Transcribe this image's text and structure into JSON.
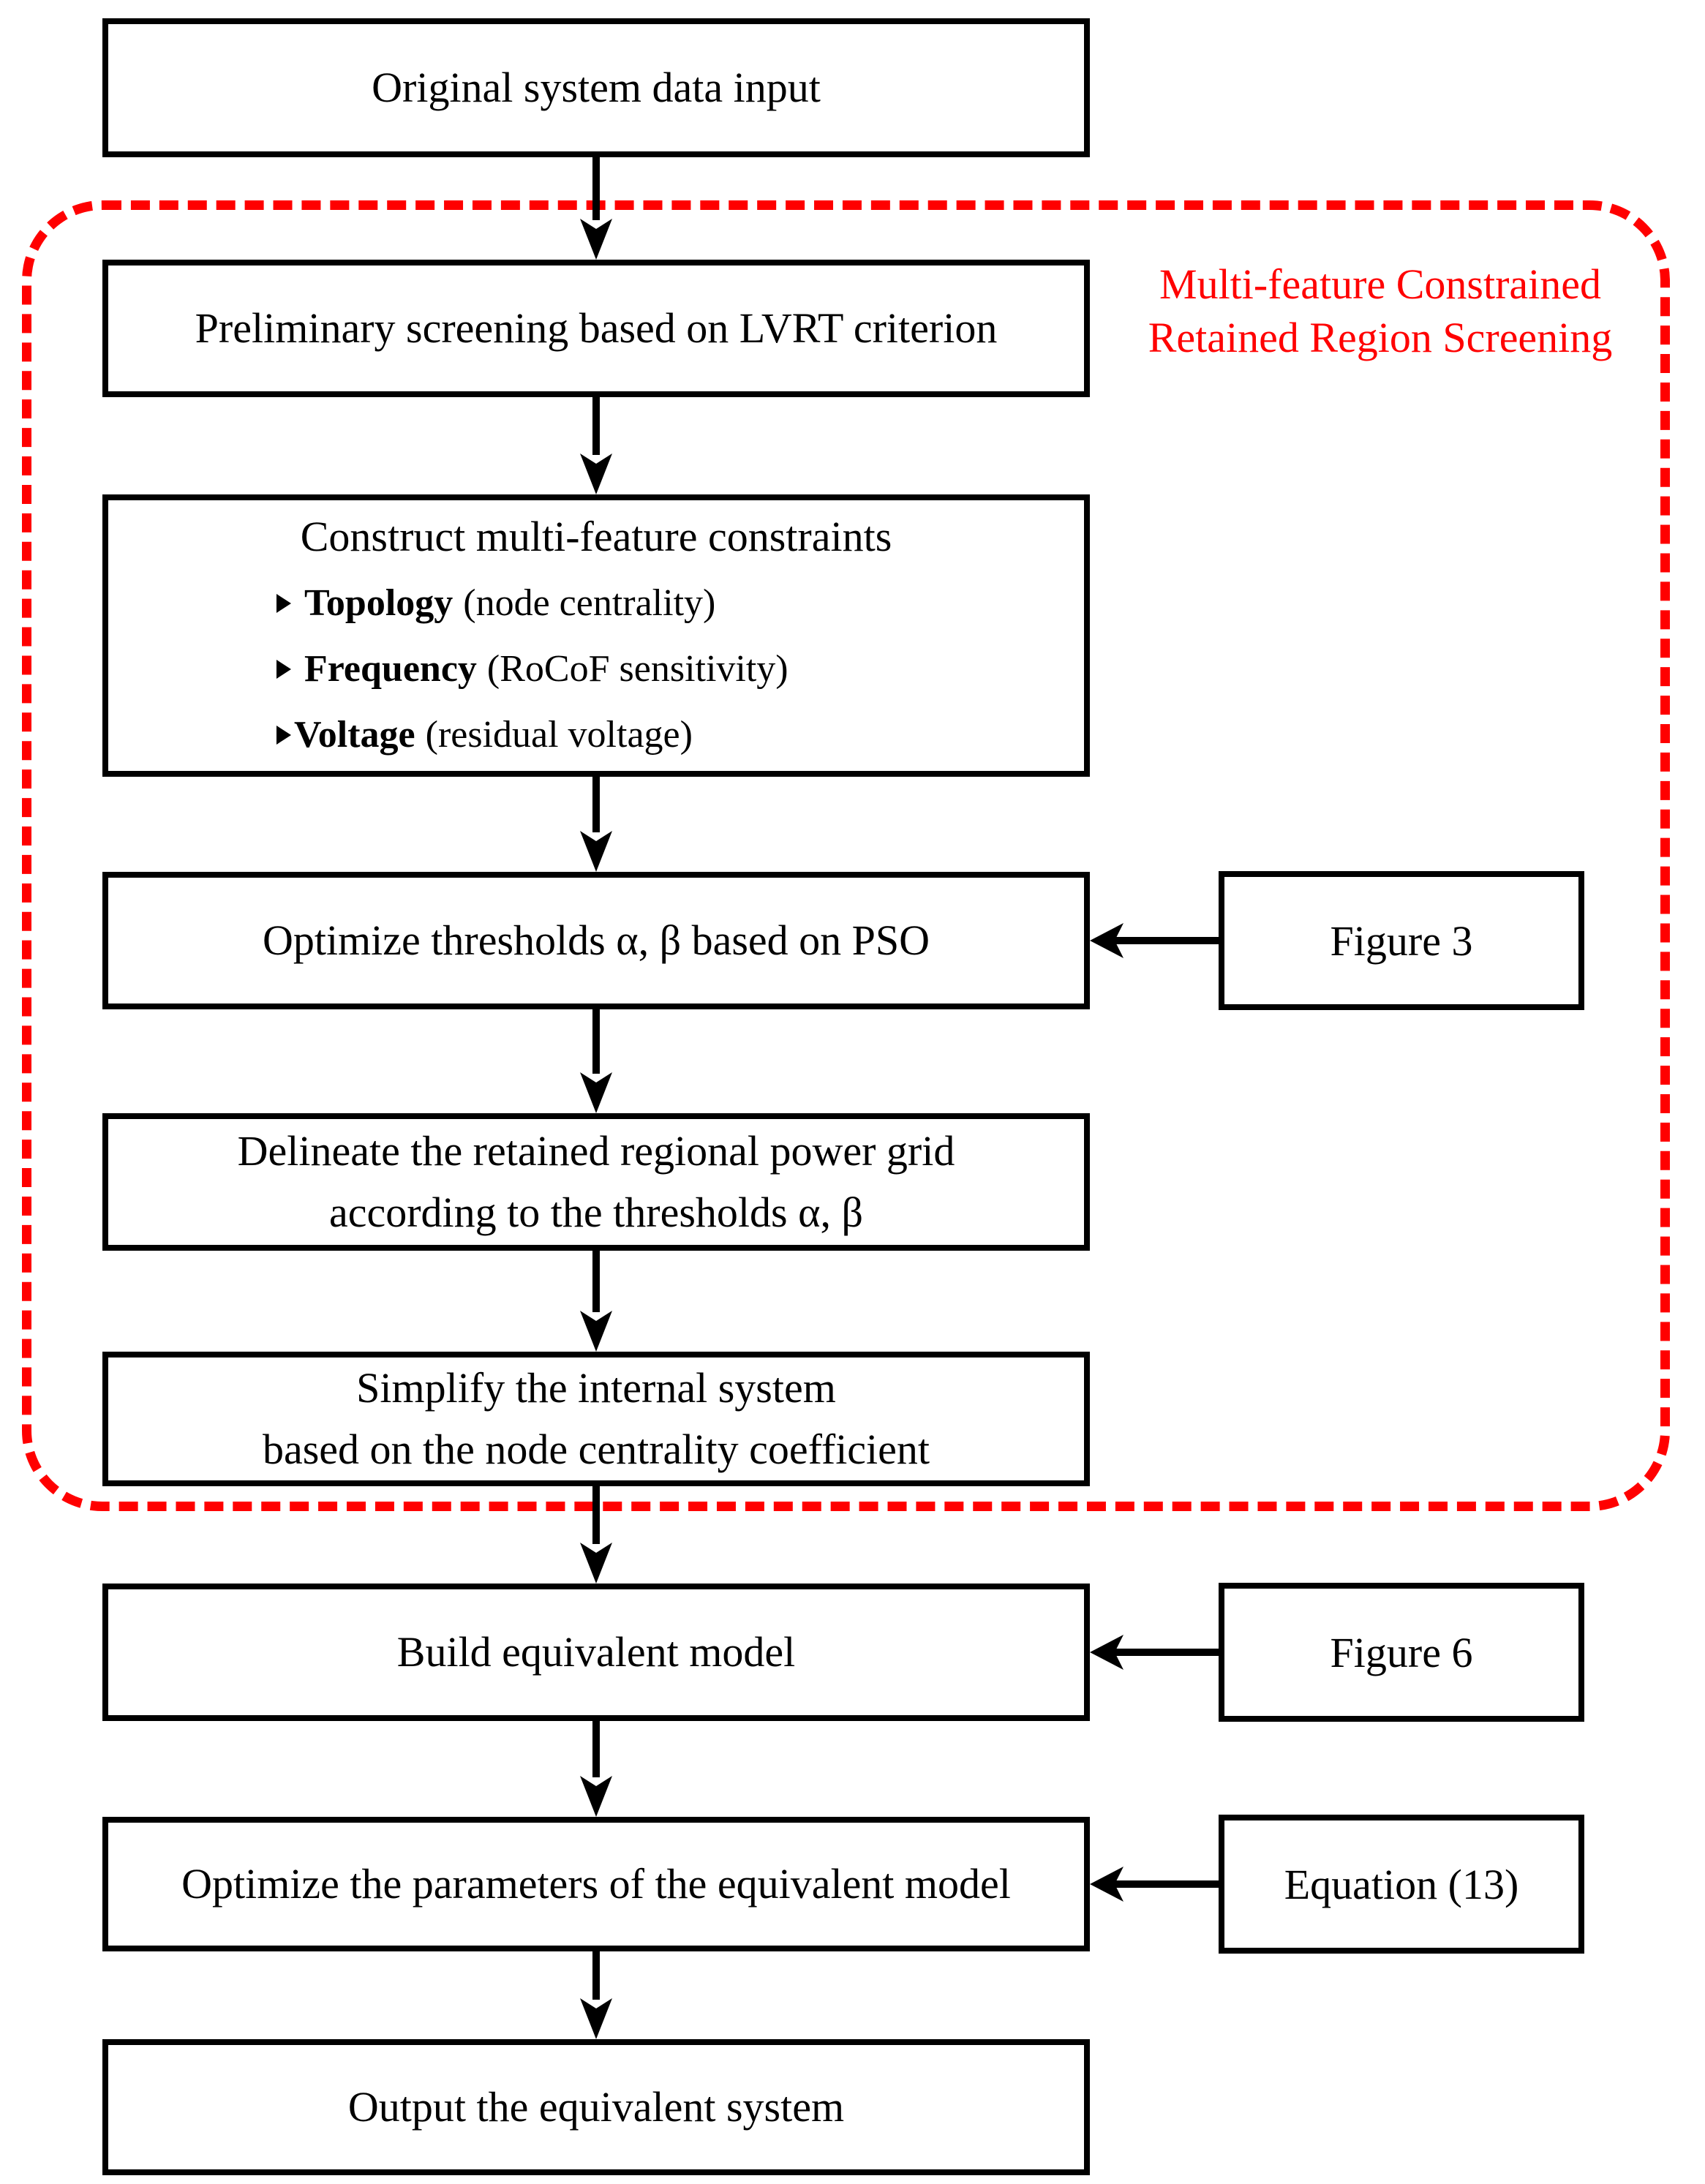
{
  "flowchart": {
    "main_nodes": [
      {
        "label": "Original system data input"
      },
      {
        "label": "Preliminary screening based on LVRT criterion"
      },
      {
        "title": "Construct multi-feature constraints",
        "bullets": [
          {
            "term": "Topology",
            "desc": "(node centrality)"
          },
          {
            "term": "Frequency",
            "desc": "(RoCoF sensitivity)"
          },
          {
            "term": "Voltage",
            "desc": "(residual voltage)"
          }
        ]
      },
      {
        "label": "Optimize thresholds α, β based on PSO"
      },
      {
        "line1": "Delineate the retained regional power grid",
        "line2": "according to the thresholds α, β"
      },
      {
        "line1": "Simplify the internal system",
        "line2": "based on the node centrality coefficient"
      },
      {
        "label": "Build equivalent model"
      },
      {
        "label": "Optimize the parameters of the equivalent model"
      },
      {
        "label": "Output the equivalent system"
      }
    ],
    "reference_nodes": [
      {
        "label": "Figure 3"
      },
      {
        "label": "Figure 6"
      },
      {
        "label": "Equation (13)"
      }
    ],
    "region": {
      "label_line1": "Multi-feature Constrained",
      "label_line2": "Retained Region Screening"
    },
    "colors": {
      "box_border": "#000000",
      "background": "#ffffff",
      "region_accent": "#ff0000"
    }
  }
}
